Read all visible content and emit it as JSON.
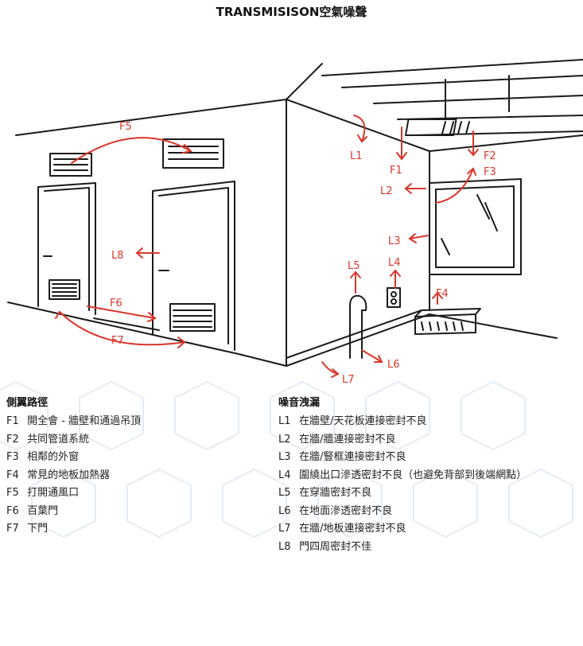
{
  "title": "TRANSMISISON空氣噪聲",
  "diagram_labels": [
    "F1",
    "F2",
    "F3",
    "F4",
    "F5",
    "F6",
    "F7",
    "L1",
    "L2",
    "L3",
    "L4",
    "L5",
    "L6",
    "L7",
    "L8"
  ],
  "flanking": {
    "heading": "側翼路徑",
    "items": [
      {
        "code": "F1",
        "text": "開全會 - 牆壁和通過吊頂"
      },
      {
        "code": "F2",
        "text": "共同管道系統"
      },
      {
        "code": "F3",
        "text": "相鄰的外窗"
      },
      {
        "code": "F4",
        "text": "常見的地板加熱器"
      },
      {
        "code": "F5",
        "text": "打開通風口"
      },
      {
        "code": "F6",
        "text": "百葉門"
      },
      {
        "code": "F7",
        "text": "下門"
      }
    ]
  },
  "leakage": {
    "heading": "噪音洩漏",
    "items": [
      {
        "code": "L1",
        "text": "在牆壁/天花板連接密封不良"
      },
      {
        "code": "L2",
        "text": "在牆/牆連接密封不良"
      },
      {
        "code": "L3",
        "text": "在牆/豎框連接密封不良"
      },
      {
        "code": "L4",
        "text": "圍繞出口滲透密封不良（也避免背部到後端網點）"
      },
      {
        "code": "L5",
        "text": "在穿牆密封不良"
      },
      {
        "code": "L6",
        "text": "在地面滲透密封不良"
      },
      {
        "code": "L7",
        "text": "在牆/地板連接密封不良"
      },
      {
        "code": "L8",
        "text": "門四周密封不佳"
      }
    ]
  },
  "colors": {
    "accent": "#d9362b",
    "ink": "#1a1a1a",
    "pattern": "#e6eef5"
  }
}
